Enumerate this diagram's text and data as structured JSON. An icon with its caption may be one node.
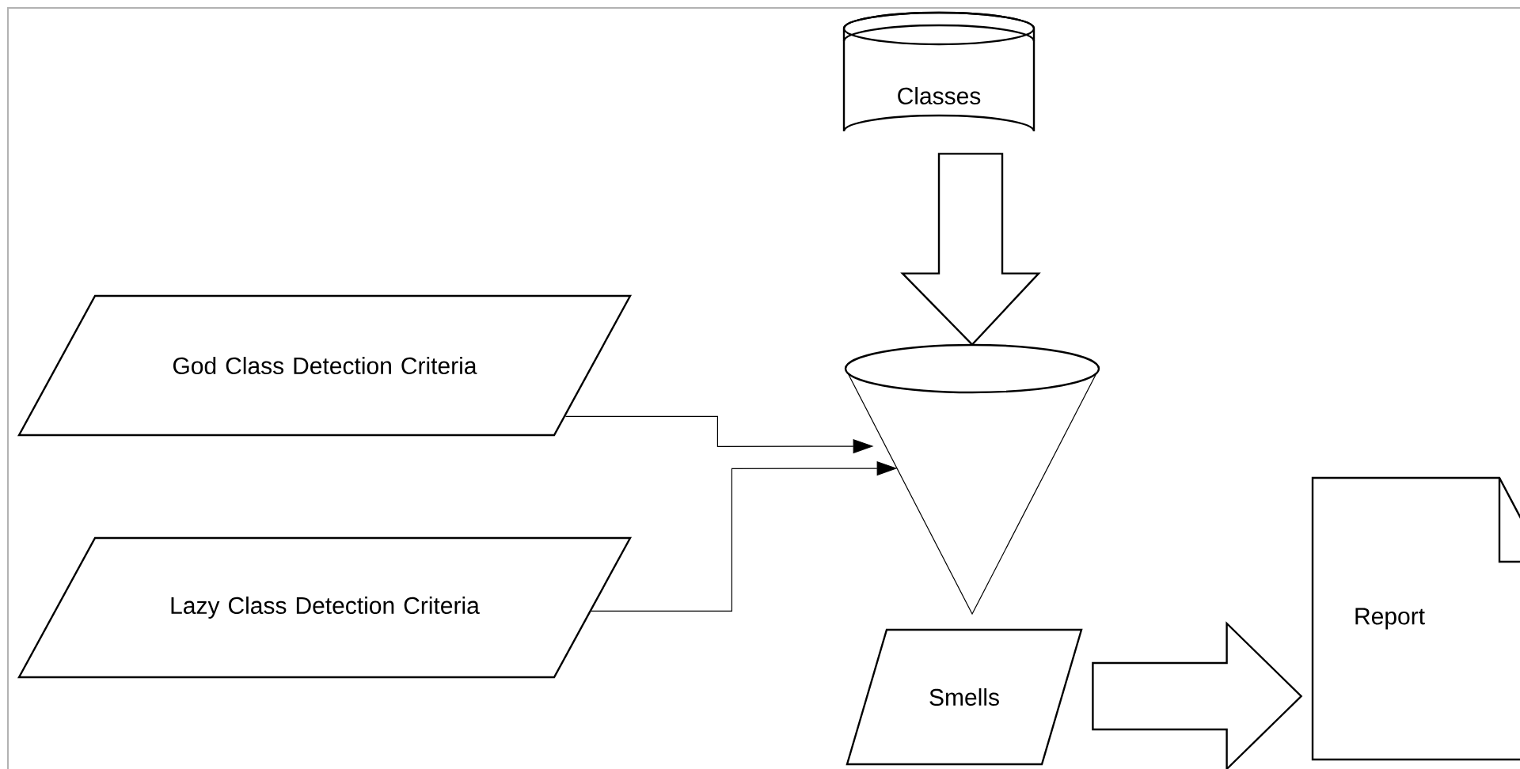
{
  "diagram": {
    "nodes": [
      {
        "text": [
          "Classes"
        ]
      },
      {
        "text": [
          "God Class Detection Criteria"
        ]
      },
      {
        "text": [
          "Lazy Class Detection Criteria"
        ]
      },
      {
        "text": [],
        "shape": "funnel"
      },
      {
        "text": [
          "Smells"
        ]
      },
      {
        "text": [
          "Report"
        ]
      }
    ],
    "edges": [
      {
        "from": 0,
        "to": 3,
        "arrow": "to",
        "style": "thick"
      },
      {
        "from": 1,
        "to": 3,
        "arrow": "to"
      },
      {
        "from": 2,
        "to": 3,
        "arrow": "to"
      },
      {
        "from": 4,
        "to": 5,
        "arrow": "to",
        "style": "thick"
      }
    ]
  }
}
